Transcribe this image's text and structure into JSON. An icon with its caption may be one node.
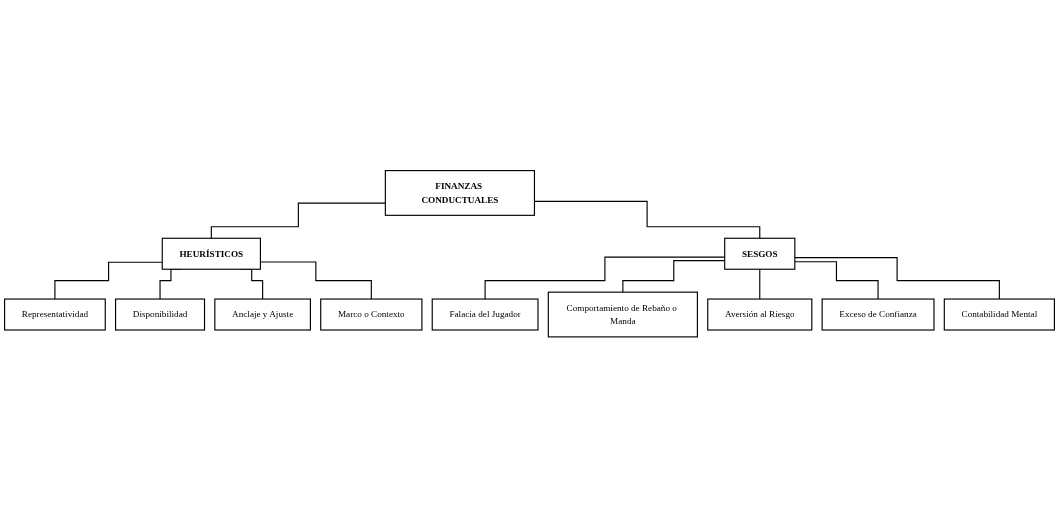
{
  "diagram": {
    "nodes": [
      {
        "text": [
          "FINANZAS CONDUCTUALES"
        ]
      },
      {
        "text": [
          "HEURÍSTICOS"
        ]
      },
      {
        "text": [
          "SESGOS"
        ]
      },
      {
        "text": [
          "Representatividad"
        ]
      },
      {
        "text": [
          "Disponibilidad"
        ]
      },
      {
        "text": [
          "Anclaje y Ajuste"
        ]
      },
      {
        "text": [
          "Marco o Contexto"
        ]
      },
      {
        "text": [
          "Falacia del Jugador"
        ]
      },
      {
        "text": [
          "Comportamiento de Rebaño o Manda"
        ]
      },
      {
        "text": [
          "Aversión al Riesgo"
        ]
      },
      {
        "text": [
          "Exceso de Confianza"
        ]
      },
      {
        "text": [
          "Contabilidad Mental"
        ]
      }
    ],
    "edges": [
      {
        "from": 0,
        "to": 1,
        "arrow": "none"
      },
      {
        "from": 0,
        "to": 2,
        "arrow": "none"
      },
      {
        "from": 1,
        "to": 3,
        "arrow": "none"
      },
      {
        "from": 1,
        "to": 4,
        "arrow": "none"
      },
      {
        "from": 1,
        "to": 5,
        "arrow": "none"
      },
      {
        "from": 1,
        "to": 6,
        "arrow": "none"
      },
      {
        "from": 2,
        "to": 7,
        "arrow": "none"
      },
      {
        "from": 2,
        "to": 8,
        "arrow": "none"
      },
      {
        "from": 2,
        "to": 9,
        "arrow": "none"
      },
      {
        "from": 2,
        "to": 10,
        "arrow": "none"
      },
      {
        "from": 2,
        "to": 11,
        "arrow": "none"
      }
    ]
  }
}
